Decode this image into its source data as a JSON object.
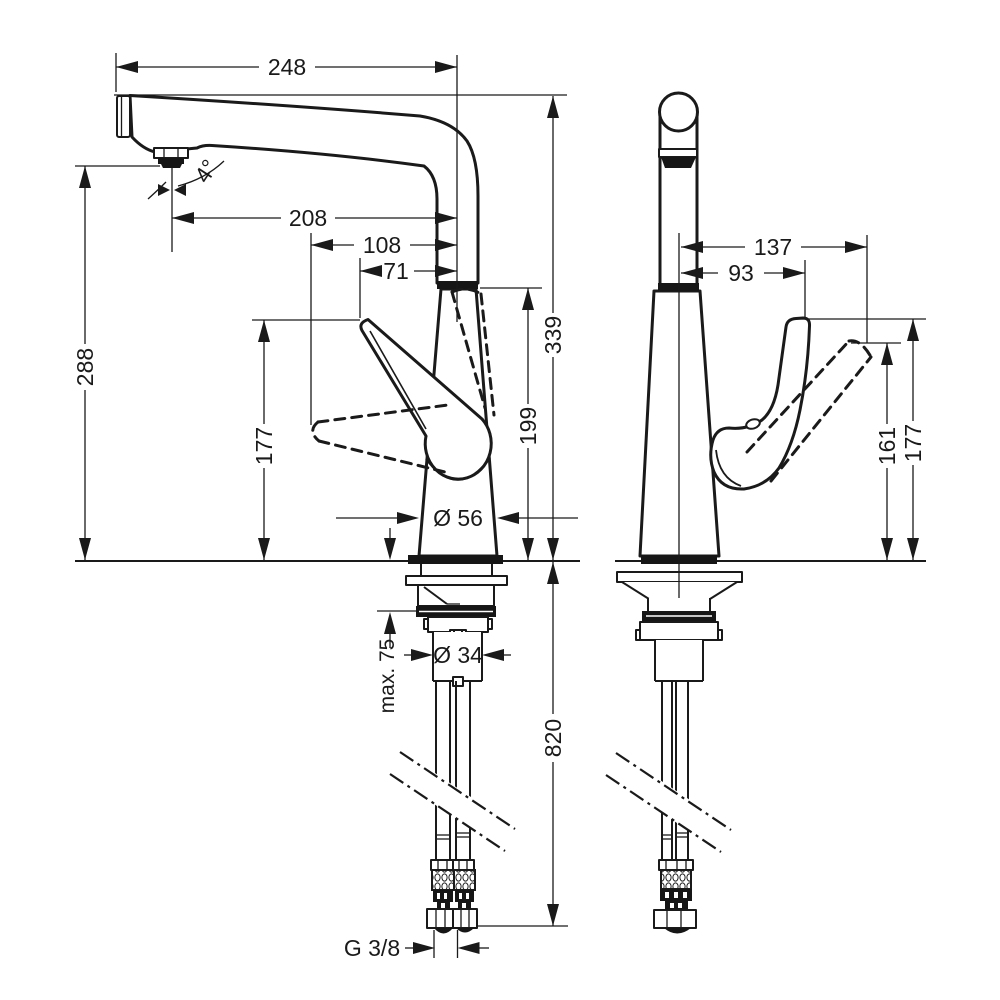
{
  "drawing": {
    "background_color": "#ffffff",
    "line_color": "#1a1a1a",
    "description": "Technical dimension drawing of a single-lever kitchen faucet, side view and front view"
  },
  "dims": {
    "side": {
      "spout_reach": "248",
      "spout_angle": "4°",
      "outlet_to_axis": "208",
      "open_handle_to_axis": "108",
      "handle_to_axis": "71",
      "outlet_height": "288",
      "handle_tip_height": "177",
      "body_height": "199",
      "spout_height": "339",
      "base_diameter": "Ø 56",
      "max_counter_thickness": "max. 75",
      "shank_diameter": "Ø 34",
      "hose_length": "820",
      "connection_thread": "G 3/8"
    },
    "front": {
      "open_handle_offset": "137",
      "handle_offset": "93",
      "open_handle_height": "161",
      "handle_height": "177"
    }
  }
}
